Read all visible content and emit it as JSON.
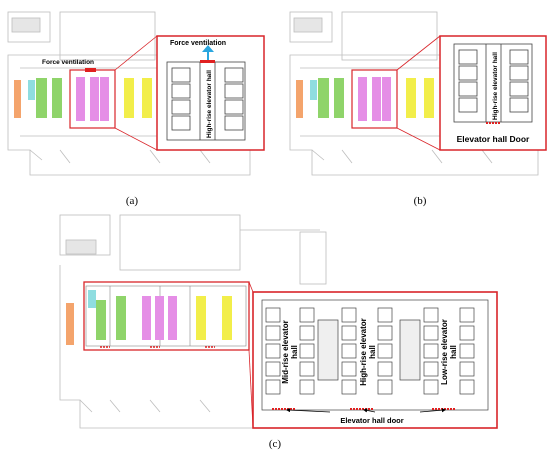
{
  "panels": {
    "a": {
      "caption": "(a)",
      "label_force_ventilation_plan": "Force ventilation",
      "label_force_ventilation_zoom": "Force ventilation",
      "label_hall": "High-rise elevator hall"
    },
    "b": {
      "caption": "(b)",
      "label_hall": "High-rise elevator hall",
      "label_door": "Elevator hall Door"
    },
    "c": {
      "caption": "(c)",
      "label_mid": [
        "Mid-rise elevator",
        "hall"
      ],
      "label_high": [
        "High-rise elevator",
        "hall"
      ],
      "label_low": [
        "Low-rise elevator",
        "hall"
      ],
      "label_door": "Elevator hall door"
    }
  },
  "colors": {
    "highlight_frame": "#d9252a",
    "zone_orange": "#f4a46c",
    "zone_green": "#8fd46a",
    "zone_pink": "#e58ee6",
    "zone_yellow": "#f2ee4a",
    "zone_cyan": "#8fdde0",
    "ventilation_arrow": "#2aa6df",
    "door_marker": "#e02020",
    "plan_lines": "#bdbdbd"
  }
}
